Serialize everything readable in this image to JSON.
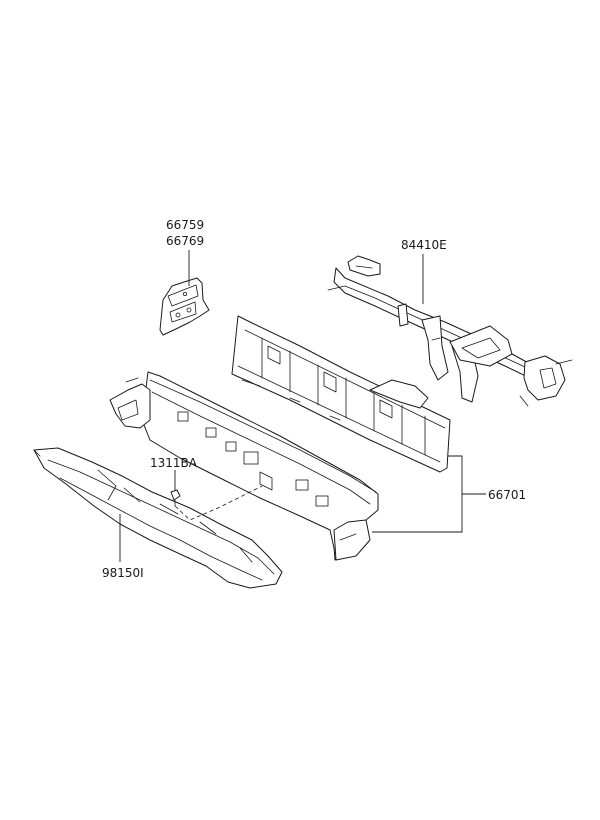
{
  "labels": {
    "bracket_top": "66759",
    "bracket_bottom": "66769",
    "crossbar": "84410E",
    "clip": "1311BA",
    "cowl": "66701",
    "insulator": "98150I"
  }
}
